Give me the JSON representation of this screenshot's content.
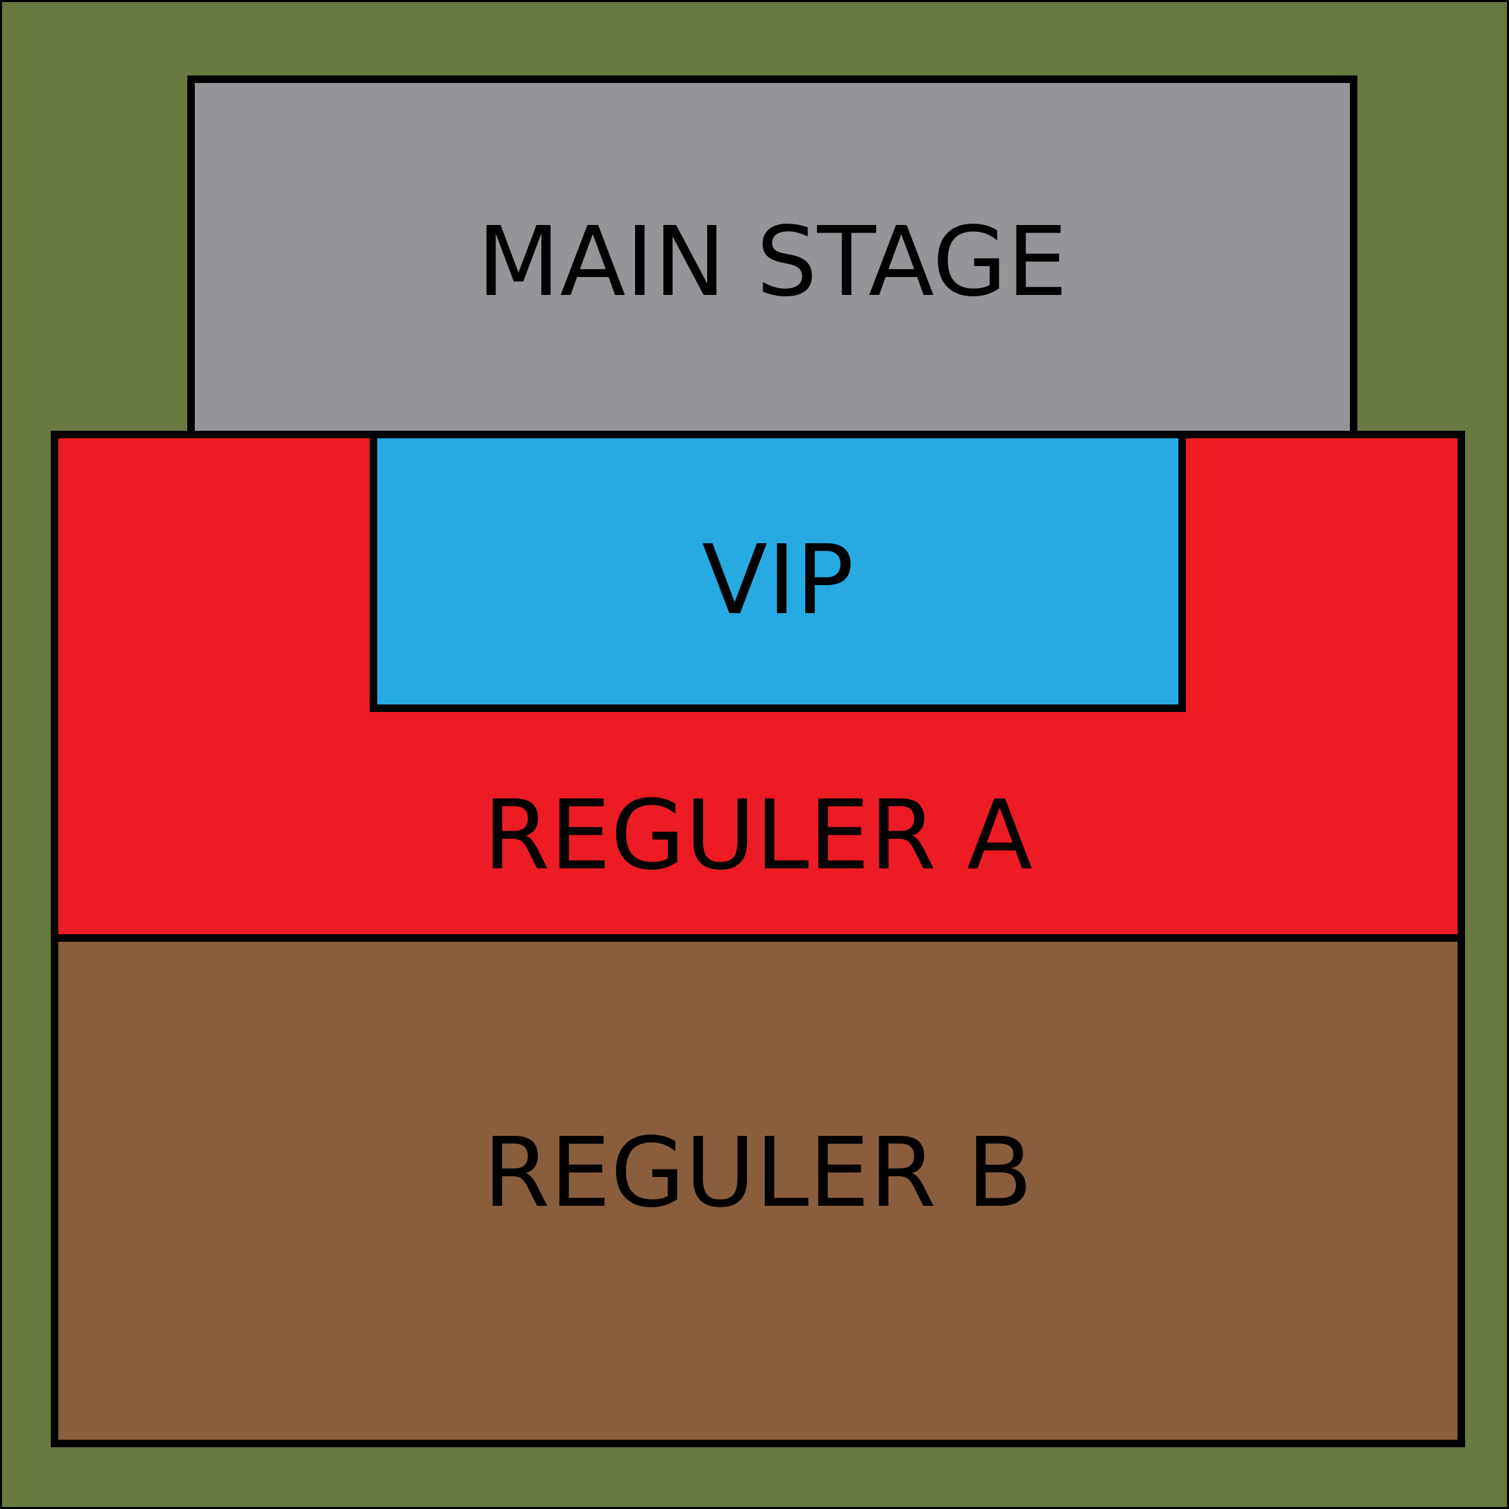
{
  "venue_map": {
    "colors": {
      "background": "#687a3f",
      "outline": "#000000",
      "main_stage": "#939598",
      "vip": "#27aae1",
      "regular_a": "#ed1c24",
      "regular_b": "#8a5e3d"
    },
    "zones": {
      "main_stage": {
        "label": "MAIN STAGE"
      },
      "vip": {
        "label": "VIP"
      },
      "regular_a": {
        "label": "REGULER A"
      },
      "regular_b": {
        "label": "REGULER B"
      }
    }
  }
}
